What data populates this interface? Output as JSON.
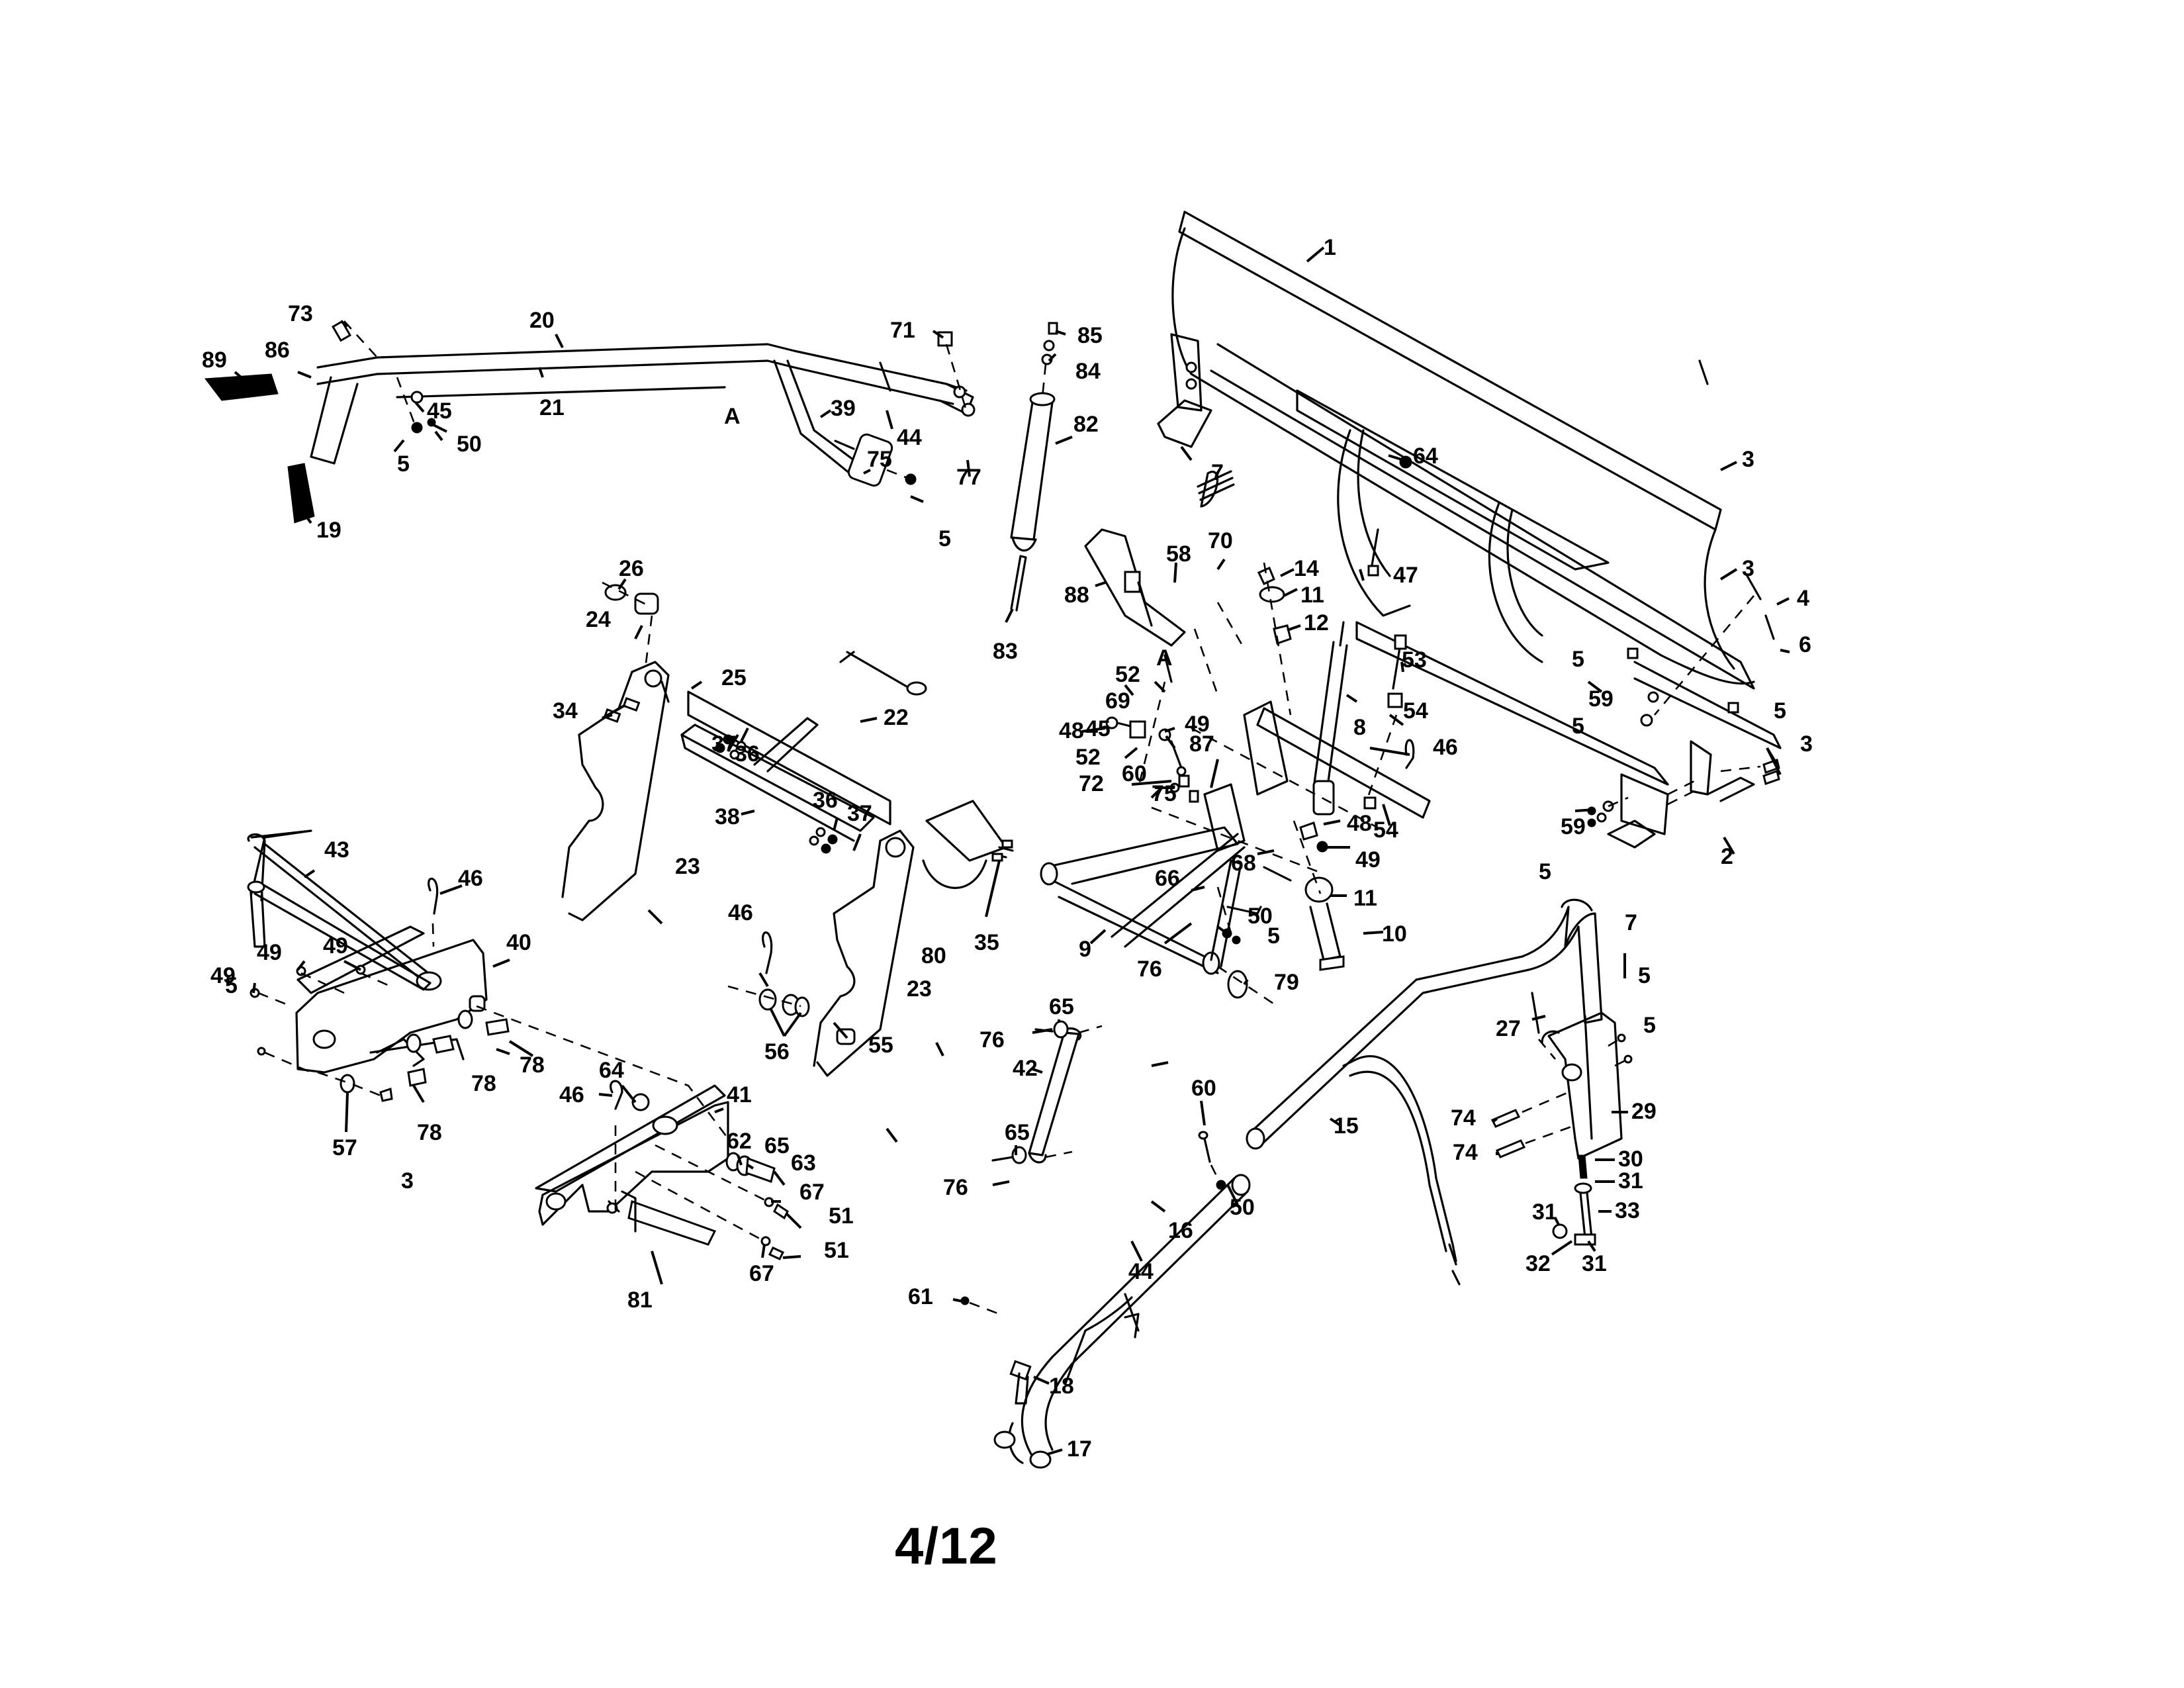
{
  "document": {
    "type": "exploded parts diagram",
    "subject": "snow plow blade, lift frame and handle assembly",
    "page_number": "4/12"
  },
  "reference_markers": [
    "A",
    "A"
  ],
  "callouts": [
    {
      "id": "c1",
      "label": "1"
    },
    {
      "id": "c2",
      "label": "2"
    },
    {
      "id": "c3a",
      "label": "3"
    },
    {
      "id": "c3b",
      "label": "3"
    },
    {
      "id": "c3c",
      "label": "3"
    },
    {
      "id": "c3d",
      "label": "3"
    },
    {
      "id": "c4",
      "label": "4"
    },
    {
      "id": "c5a",
      "label": "5"
    },
    {
      "id": "c5b",
      "label": "5"
    },
    {
      "id": "c5c",
      "label": "5"
    },
    {
      "id": "c5d",
      "label": "5"
    },
    {
      "id": "c5e",
      "label": "5"
    },
    {
      "id": "c5f",
      "label": "5"
    },
    {
      "id": "c5g",
      "label": "5"
    },
    {
      "id": "c5h",
      "label": "5"
    },
    {
      "id": "c5i",
      "label": "5"
    },
    {
      "id": "c5j",
      "label": "5"
    },
    {
      "id": "c6",
      "label": "6"
    },
    {
      "id": "c7a",
      "label": "7"
    },
    {
      "id": "c7b",
      "label": "7"
    },
    {
      "id": "c8",
      "label": "8"
    },
    {
      "id": "c9",
      "label": "9"
    },
    {
      "id": "c10",
      "label": "10"
    },
    {
      "id": "c11a",
      "label": "11"
    },
    {
      "id": "c11b",
      "label": "11"
    },
    {
      "id": "c12",
      "label": "12"
    },
    {
      "id": "c14",
      "label": "14"
    },
    {
      "id": "c15",
      "label": "15"
    },
    {
      "id": "c16",
      "label": "16"
    },
    {
      "id": "c17",
      "label": "17"
    },
    {
      "id": "c18",
      "label": "18"
    },
    {
      "id": "c19",
      "label": "19"
    },
    {
      "id": "c20",
      "label": "20"
    },
    {
      "id": "c21",
      "label": "21"
    },
    {
      "id": "c22",
      "label": "22"
    },
    {
      "id": "c23a",
      "label": "23"
    },
    {
      "id": "c23b",
      "label": "23"
    },
    {
      "id": "c24",
      "label": "24"
    },
    {
      "id": "c25",
      "label": "25"
    },
    {
      "id": "c26",
      "label": "26"
    },
    {
      "id": "c27",
      "label": "27"
    },
    {
      "id": "c29",
      "label": "29"
    },
    {
      "id": "c30",
      "label": "30"
    },
    {
      "id": "c31a",
      "label": "31"
    },
    {
      "id": "c31b",
      "label": "31"
    },
    {
      "id": "c31c",
      "label": "31"
    },
    {
      "id": "c32",
      "label": "32"
    },
    {
      "id": "c33",
      "label": "33"
    },
    {
      "id": "c34",
      "label": "34"
    },
    {
      "id": "c35",
      "label": "35"
    },
    {
      "id": "c36a",
      "label": "36"
    },
    {
      "id": "c36b",
      "label": "36"
    },
    {
      "id": "c37a",
      "label": "37"
    },
    {
      "id": "c37b",
      "label": "37"
    },
    {
      "id": "c38",
      "label": "38"
    },
    {
      "id": "c39",
      "label": "39"
    },
    {
      "id": "c40",
      "label": "40"
    },
    {
      "id": "c41",
      "label": "41"
    },
    {
      "id": "c42",
      "label": "42"
    },
    {
      "id": "c43",
      "label": "43"
    },
    {
      "id": "c44a",
      "label": "44"
    },
    {
      "id": "c44b",
      "label": "44"
    },
    {
      "id": "c45a",
      "label": "45"
    },
    {
      "id": "c45b",
      "label": "45"
    },
    {
      "id": "c46a",
      "label": "46"
    },
    {
      "id": "c46b",
      "label": "46"
    },
    {
      "id": "c46c",
      "label": "46"
    },
    {
      "id": "c46d",
      "label": "46"
    },
    {
      "id": "c47",
      "label": "47"
    },
    {
      "id": "c48a",
      "label": "48"
    },
    {
      "id": "c48b",
      "label": "48"
    },
    {
      "id": "c49a",
      "label": "49"
    },
    {
      "id": "c49b",
      "label": "49"
    },
    {
      "id": "c49c",
      "label": "49"
    },
    {
      "id": "c49d",
      "label": "49"
    },
    {
      "id": "c49e",
      "label": "49"
    },
    {
      "id": "c50a",
      "label": "50"
    },
    {
      "id": "c50b",
      "label": "50"
    },
    {
      "id": "c50c",
      "label": "50"
    },
    {
      "id": "c51a",
      "label": "51"
    },
    {
      "id": "c51b",
      "label": "51"
    },
    {
      "id": "c52a",
      "label": "52"
    },
    {
      "id": "c52b",
      "label": "52"
    },
    {
      "id": "c53",
      "label": "53"
    },
    {
      "id": "c54a",
      "label": "54"
    },
    {
      "id": "c54b",
      "label": "54"
    },
    {
      "id": "c55",
      "label": "55"
    },
    {
      "id": "c56",
      "label": "56"
    },
    {
      "id": "c57",
      "label": "57"
    },
    {
      "id": "c58",
      "label": "58"
    },
    {
      "id": "c59a",
      "label": "59"
    },
    {
      "id": "c59b",
      "label": "59"
    },
    {
      "id": "c60a",
      "label": "60"
    },
    {
      "id": "c60b",
      "label": "60"
    },
    {
      "id": "c61",
      "label": "61"
    },
    {
      "id": "c62",
      "label": "62"
    },
    {
      "id": "c63",
      "label": "63"
    },
    {
      "id": "c64a",
      "label": "64"
    },
    {
      "id": "c64b",
      "label": "64"
    },
    {
      "id": "c65a",
      "label": "65"
    },
    {
      "id": "c65b",
      "label": "65"
    },
    {
      "id": "c65c",
      "label": "65"
    },
    {
      "id": "c66",
      "label": "66"
    },
    {
      "id": "c67a",
      "label": "67"
    },
    {
      "id": "c67b",
      "label": "67"
    },
    {
      "id": "c68",
      "label": "68"
    },
    {
      "id": "c69",
      "label": "69"
    },
    {
      "id": "c70",
      "label": "70"
    },
    {
      "id": "c71",
      "label": "71"
    },
    {
      "id": "c72",
      "label": "72"
    },
    {
      "id": "c73",
      "label": "73"
    },
    {
      "id": "c74a",
      "label": "74"
    },
    {
      "id": "c74b",
      "label": "74"
    },
    {
      "id": "c75a",
      "label": "75"
    },
    {
      "id": "c75b",
      "label": "75"
    },
    {
      "id": "c76a",
      "label": "76"
    },
    {
      "id": "c76b",
      "label": "76"
    },
    {
      "id": "c76c",
      "label": "76"
    },
    {
      "id": "c77",
      "label": "77"
    },
    {
      "id": "c78a",
      "label": "78"
    },
    {
      "id": "c78b",
      "label": "78"
    },
    {
      "id": "c78c",
      "label": "78"
    },
    {
      "id": "c79",
      "label": "79"
    },
    {
      "id": "c80",
      "label": "80"
    },
    {
      "id": "c81",
      "label": "81"
    },
    {
      "id": "c82",
      "label": "82"
    },
    {
      "id": "c83",
      "label": "83"
    },
    {
      "id": "c84",
      "label": "84"
    },
    {
      "id": "c85",
      "label": "85"
    },
    {
      "id": "c86",
      "label": "86"
    },
    {
      "id": "c87",
      "label": "87"
    },
    {
      "id": "c88",
      "label": "88"
    },
    {
      "id": "c89",
      "label": "89"
    }
  ]
}
